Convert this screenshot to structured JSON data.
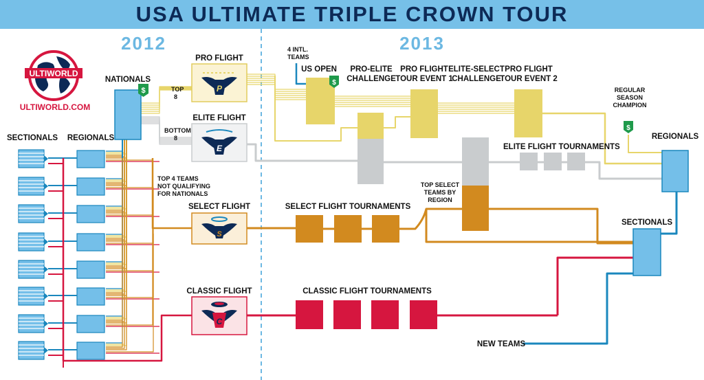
{
  "title": "USA ULTIMATE TRIPLE CROWN TOUR",
  "years": {
    "left": "2012",
    "right": "2013"
  },
  "logo": {
    "ring_text": "ULTIWORLD",
    "site": "ULTIWORLD.COM"
  },
  "labels": {
    "nationals": "NATIONALS",
    "sectionals_left": "SECTIONALS",
    "regionals_left": "REGIONALS",
    "pro_flight": "PRO FLIGHT",
    "elite_flight": "ELITE FLIGHT",
    "select_flight": "SELECT FLIGHT",
    "classic_flight": "CLASSIC FLIGHT",
    "top8": [
      "TOP",
      "8"
    ],
    "bottom8": [
      "BOTTOM",
      "8"
    ],
    "top4": [
      "TOP 4 TEAMS",
      "NOT QUALIFYING",
      "FOR NATIONALS"
    ],
    "intl": [
      "4 INTL.",
      "TEAMS"
    ],
    "us_open": "US OPEN",
    "pro_elite": [
      "PRO-ELITE",
      "CHALLENGE"
    ],
    "pro_tour1": [
      "PRO FLIGHT",
      "TOUR EVENT 1"
    ],
    "elite_select": [
      "ELITE-SELECT",
      "CHALLENGE"
    ],
    "pro_tour2": [
      "PRO FLIGHT",
      "TOUR EVENT 2"
    ],
    "regular_season": [
      "REGULAR",
      "SEASON",
      "CHAMPION"
    ],
    "regionals_right": "REGIONALS",
    "sectionals_right": "SECTIONALS",
    "elite_tournaments": "ELITE FLIGHT TOURNAMENTS",
    "select_tournaments": "SELECT FLIGHT TOURNAMENTS",
    "top_select": [
      "TOP SELECT",
      "TEAMS BY",
      "REGION"
    ],
    "classic_tournaments": "CLASSIC FLIGHT TOURNAMENTS",
    "new_teams": "NEW TEAMS",
    "money": "$"
  },
  "flight_badges": {
    "pro": "P",
    "elite": "E",
    "select": "S",
    "classic": "C"
  },
  "colors": {
    "header": "#76c0e8",
    "navy": "#0d2a56",
    "light_blue": "#74bfe9",
    "blue_line": "#1a87bd",
    "yellow": "#e7d56a",
    "gray": "#c9ccce",
    "orange": "#d28a1f",
    "red": "#d6163f",
    "green": "#1f9a4b",
    "dashed": "#6cb8e2"
  }
}
